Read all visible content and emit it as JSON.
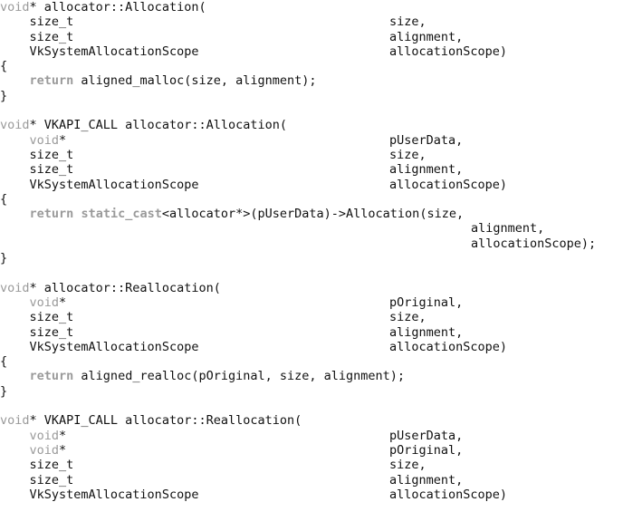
{
  "colors": {
    "background": "#ffffff",
    "text": "#111111",
    "keyword": "#9a9a9a"
  },
  "blocks": [
    {
      "header": {
        "type": "void",
        "rest": "* allocator::Allocation("
      },
      "params": [
        {
          "type": "size_t",
          "name": "size,"
        },
        {
          "type": "size_t",
          "name": "alignment,"
        },
        {
          "type": "VkSystemAllocationScope",
          "name": "allocationScope)"
        }
      ],
      "open": "{",
      "body": [
        {
          "keyword": "return",
          "rest": " aligned_malloc(size, alignment);"
        }
      ],
      "close": "}"
    },
    {
      "header": {
        "type": "void",
        "rest": "* VKAPI_CALL allocator::Allocation("
      },
      "params": [
        {
          "type_kw": "void",
          "type_rest": "*",
          "name": "pUserData,"
        },
        {
          "type": "size_t",
          "name": "size,"
        },
        {
          "type": "size_t",
          "name": "alignment,"
        },
        {
          "type": "VkSystemAllocationScope",
          "name": "allocationScope)"
        }
      ],
      "open": "{",
      "body": [
        {
          "keyword": "return",
          "keyword2": "static_cast",
          "rest": "<allocator*>(pUserData)->Allocation(size,"
        },
        {
          "cont": "alignment,"
        },
        {
          "cont": "allocationScope);"
        }
      ],
      "close": "}"
    },
    {
      "header": {
        "type": "void",
        "rest": "* allocator::Reallocation("
      },
      "params": [
        {
          "type_kw": "void",
          "type_rest": "*",
          "name": "pOriginal,"
        },
        {
          "type": "size_t",
          "name": "size,"
        },
        {
          "type": "size_t",
          "name": "alignment,"
        },
        {
          "type": "VkSystemAllocationScope",
          "name": "allocationScope)"
        }
      ],
      "open": "{",
      "body": [
        {
          "keyword": "return",
          "rest": " aligned_realloc(pOriginal, size, alignment);"
        }
      ],
      "close": "}"
    },
    {
      "header": {
        "type": "void",
        "rest": "* VKAPI_CALL allocator::Reallocation("
      },
      "params": [
        {
          "type_kw": "void",
          "type_rest": "*",
          "name": "pUserData,"
        },
        {
          "type_kw": "void",
          "type_rest": "*",
          "name": "pOriginal,"
        },
        {
          "type": "size_t",
          "name": "size,"
        },
        {
          "type": "size_t",
          "name": "alignment,"
        },
        {
          "type": "VkSystemAllocationScope",
          "name": "allocationScope)"
        }
      ]
    }
  ]
}
